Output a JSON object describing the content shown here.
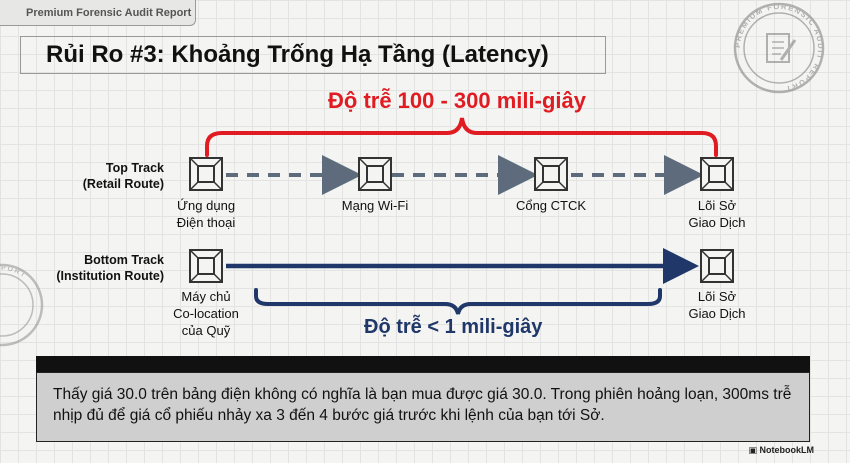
{
  "header": {
    "label": "Premium Forensic Audit Report"
  },
  "title": "Rủi Ro #3: Khoảng Trống Hạ Tầng (Latency)",
  "top_track": {
    "label_line1": "Top Track",
    "label_line2": "(Retail Route)",
    "latency": "Độ trễ 100 - 300 mili-giây",
    "nodes": [
      {
        "line1": "Ứng dụng",
        "line2": "Điện thoại"
      },
      {
        "line1": "Mạng Wi-Fi",
        "line2": ""
      },
      {
        "line1": "Cổng CTCK",
        "line2": ""
      },
      {
        "line1": "Lõi Sở",
        "line2": "Giao Dịch"
      }
    ]
  },
  "bottom_track": {
    "label_line1": "Bottom Track",
    "label_line2": "(Institution Route)",
    "latency": "Độ trễ < 1 mili-giây",
    "nodes": [
      {
        "line1": "Máy chủ",
        "line2": "Co-location",
        "line3": "của Quỹ"
      },
      {
        "line1": "Lõi Sở",
        "line2": "Giao Dịch"
      }
    ]
  },
  "callout": {
    "text": "Thấy giá 30.0 trên bảng điện không có nghĩa là bạn mua được giá 30.0. Trong phiên hoảng loạn, 300ms trễ nhịp đủ để giá cổ phiếu nhảy xa 3 đến 4 bước giá trước khi lệnh của bạn tới Sở."
  },
  "stamp": {
    "text": "PREMIUM FORENSIC AUDIT REPORT"
  },
  "stamp_left": {
    "text": "AUDIT REPORT"
  },
  "brand": {
    "label": "NotebookLM"
  },
  "colors": {
    "red": "#e01b22",
    "navy": "#1f3769",
    "grey_arrow": "#5d6b7c"
  }
}
